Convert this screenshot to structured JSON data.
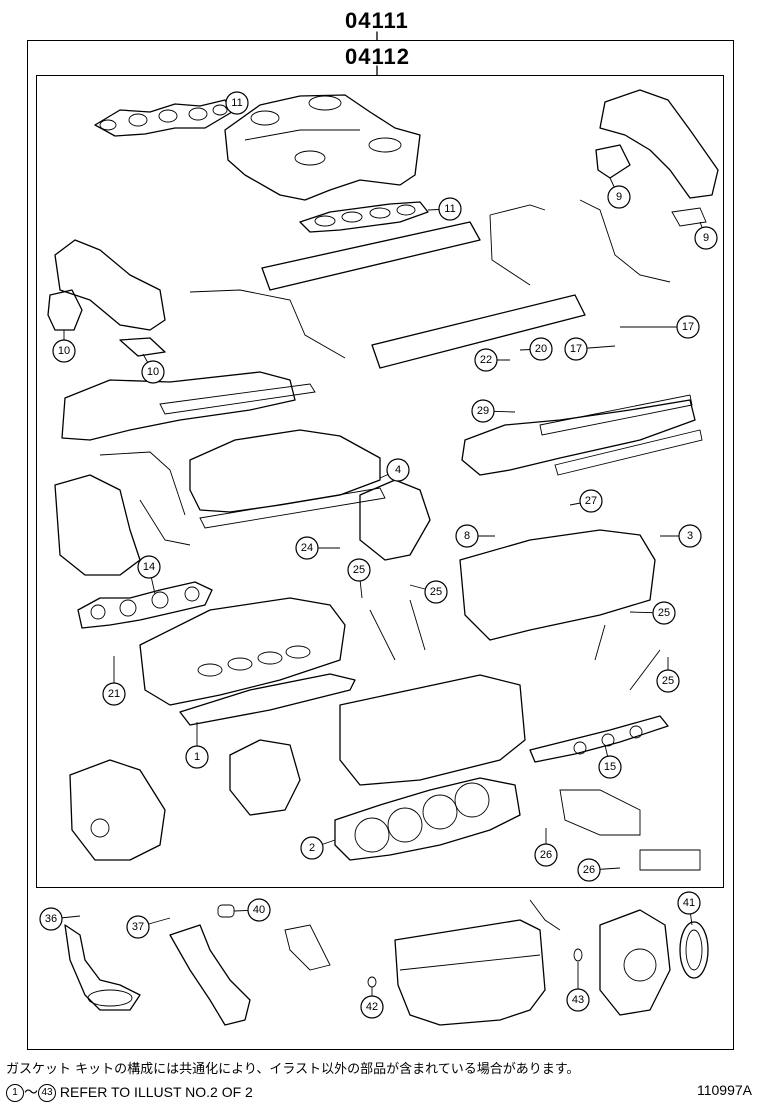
{
  "header": {
    "outer_kit_code": "04111",
    "inner_kit_code": "04112"
  },
  "callouts": {
    "c1": "1",
    "c2": "2",
    "c3": "3",
    "c4": "4",
    "c8": "8",
    "c9a": "9",
    "c9b": "9",
    "c10a": "10",
    "c10b": "10",
    "c11a": "11",
    "c11b": "11",
    "c14": "14",
    "c15": "15",
    "c17a": "17",
    "c17b": "17",
    "c20": "20",
    "c21": "21",
    "c22": "22",
    "c24": "24",
    "c25a": "25",
    "c25b": "25",
    "c25c": "25",
    "c25d": "25",
    "c26a": "26",
    "c26b": "26",
    "c27": "27",
    "c29": "29",
    "c36": "36",
    "c37": "37",
    "c40": "40",
    "c41": "41",
    "c42": "42",
    "c43": "43"
  },
  "footer": {
    "note_jp": "ガスケット キットの構成には共通化により、イラスト以外の部品が含まれている場合があります。",
    "ref_start": "1",
    "ref_tilde": "～",
    "ref_end": "43",
    "ref_text": " REFER TO ILLUST NO.2 OF 2",
    "drawing_id": "110997A"
  }
}
